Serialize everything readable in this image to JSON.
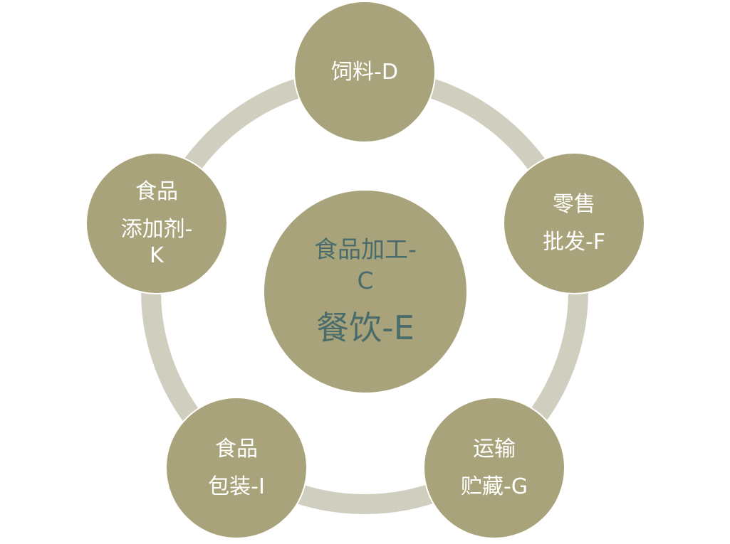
{
  "colors": {
    "ring": "#d0cfbf",
    "node_fill": "#a8a37a",
    "center_text": "#4a6b6b",
    "node_text": "#ffffff"
  },
  "center": {
    "line1": "食品加工-",
    "line2": "C",
    "line3": "餐饮-E"
  },
  "nodes": [
    {
      "lines": [
        "饲料-D"
      ]
    },
    {
      "lines": [
        "零售",
        "批发-F"
      ]
    },
    {
      "lines": [
        "运输",
        "贮藏-G"
      ]
    },
    {
      "lines": [
        "食品",
        "包装-I"
      ]
    },
    {
      "lines": [
        "食品",
        "添加剂-",
        "K"
      ]
    }
  ]
}
